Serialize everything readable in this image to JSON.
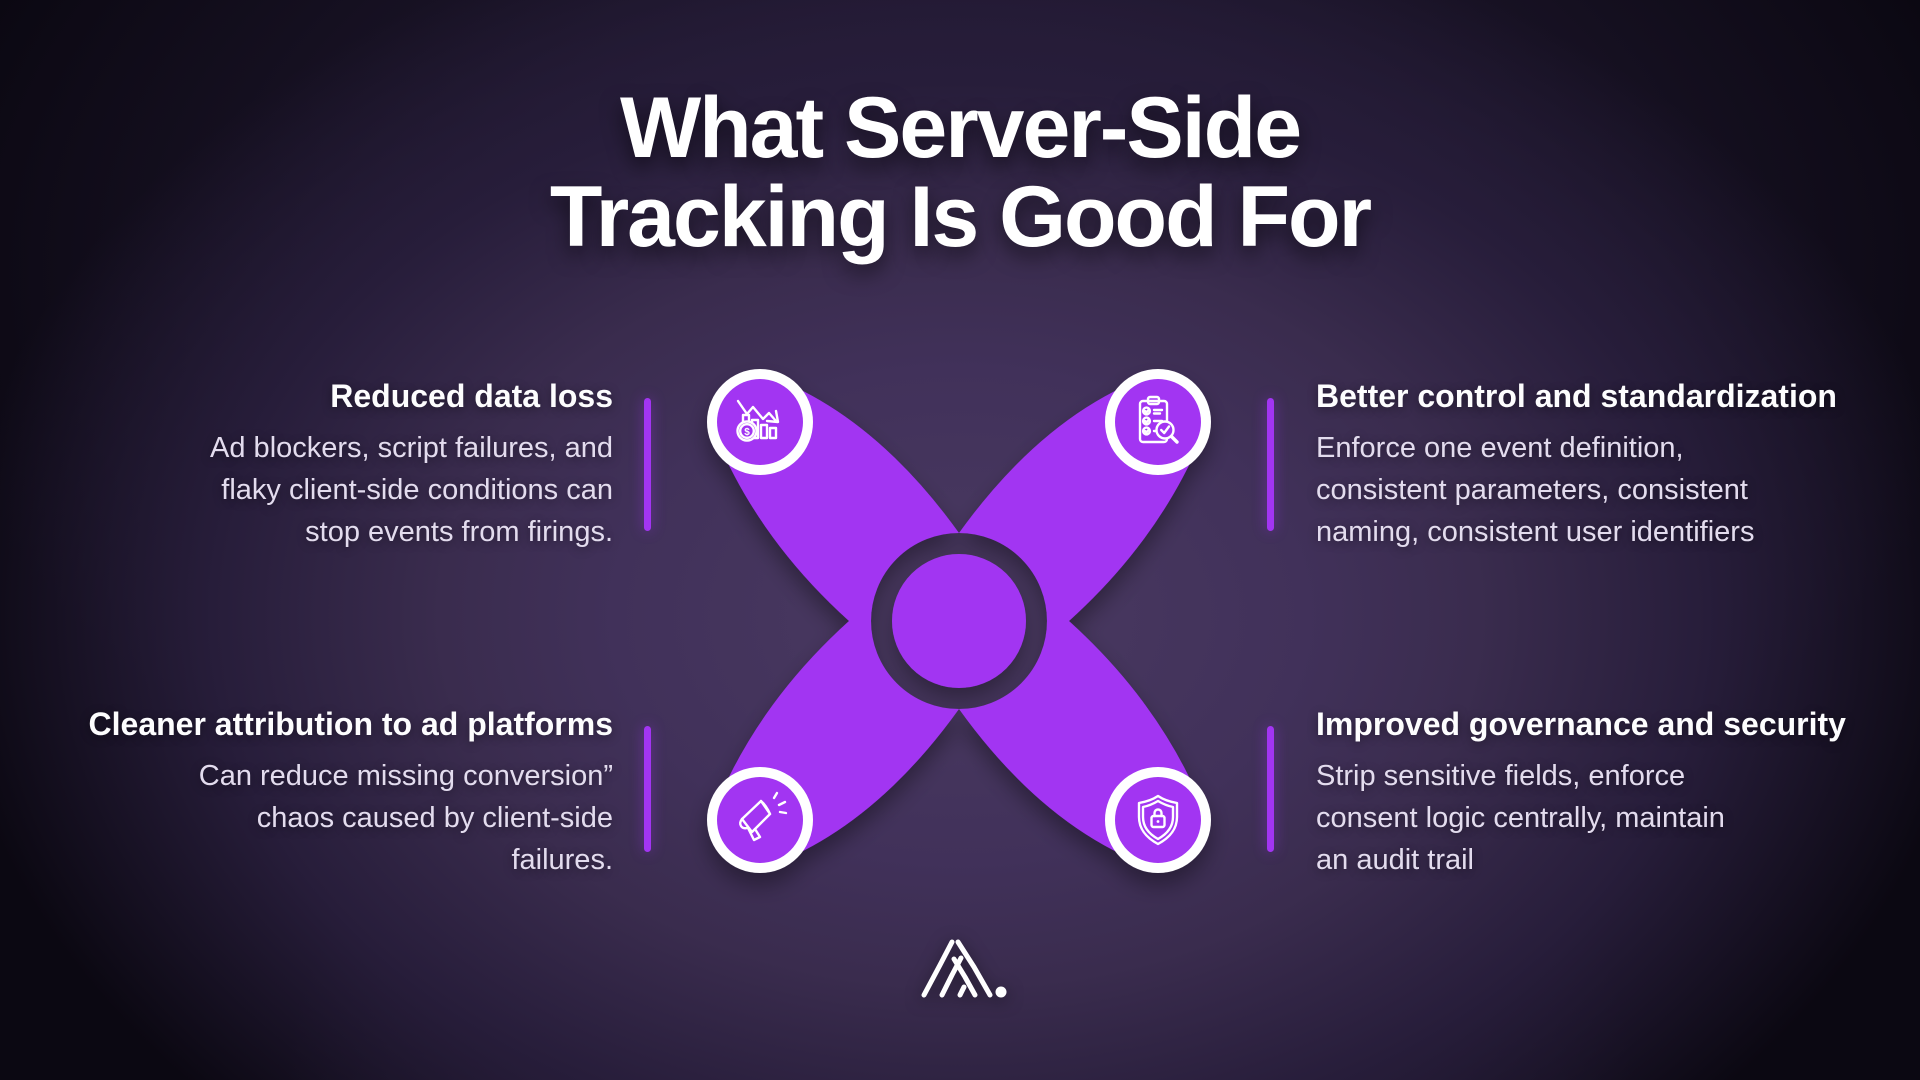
{
  "title": {
    "line1": "What Server-Side",
    "line2": "Tracking Is Good For"
  },
  "sections": {
    "top_left": {
      "heading": "Reduced data loss",
      "lines": [
        "Ad blockers, script failures, and",
        "flaky client-side conditions can",
        "stop events from firings."
      ],
      "icon": "declining-revenue-chart-icon"
    },
    "top_right": {
      "heading": "Better control and standardization",
      "lines": [
        "Enforce one event definition,",
        "consistent parameters, consistent",
        "naming, consistent user identifiers"
      ],
      "icon": "audit-checklist-icon"
    },
    "bottom_left": {
      "heading": "Cleaner attribution to ad platforms",
      "lines": [
        "Can reduce missing conversion”",
        "chaos caused by client-side",
        "failures."
      ],
      "icon": "megaphone-icon"
    },
    "bottom_right": {
      "heading": "Improved governance and security",
      "lines": [
        "Strip sensitive fields, enforce",
        "consent logic centrally, maintain",
        "an audit trail"
      ],
      "icon": "shield-lock-icon"
    }
  },
  "colors": {
    "accent_purple": "#a235f2",
    "background_center": "#4a3a61",
    "background_edge": "#0b0812",
    "heading_text": "#ffffff",
    "body_text": "#e3dcee",
    "icon_stroke": "#ffffff"
  },
  "logo": {
    "name": "stylized-A-dot-brand-mark"
  }
}
